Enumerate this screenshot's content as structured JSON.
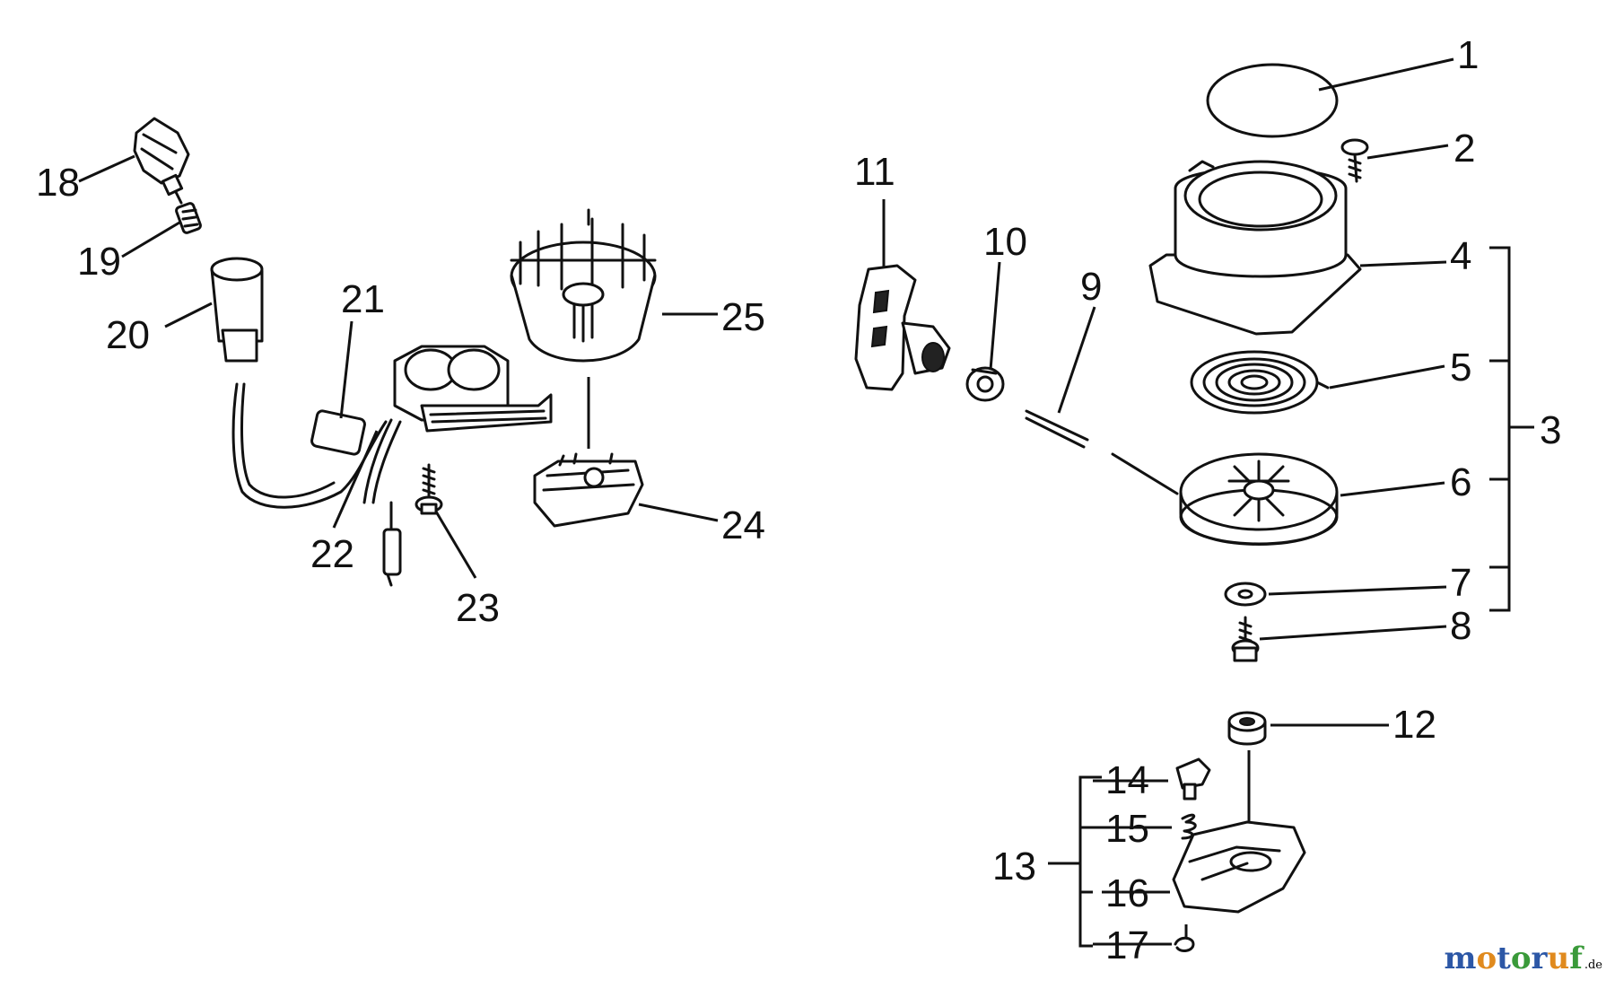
{
  "diagram": {
    "callouts": {
      "c1": "1",
      "c2": "2",
      "c3": "3",
      "c4": "4",
      "c5": "5",
      "c6": "6",
      "c7": "7",
      "c8": "8",
      "c9": "9",
      "c10": "10",
      "c11": "11",
      "c12": "12",
      "c13": "13",
      "c14": "14",
      "c15": "15",
      "c16": "16",
      "c17": "17",
      "c18": "18",
      "c19": "19",
      "c20": "20",
      "c21": "21",
      "c22": "22",
      "c23": "23",
      "c24": "24",
      "c25": "25"
    }
  },
  "watermark": {
    "brand": "motoruf",
    "suffix": ".de",
    "colors": [
      "#2c57a6",
      "#e08a1e",
      "#2c57a6",
      "#3a9a3a",
      "#2c57a6",
      "#e08a1e",
      "#3a9a3a"
    ]
  }
}
